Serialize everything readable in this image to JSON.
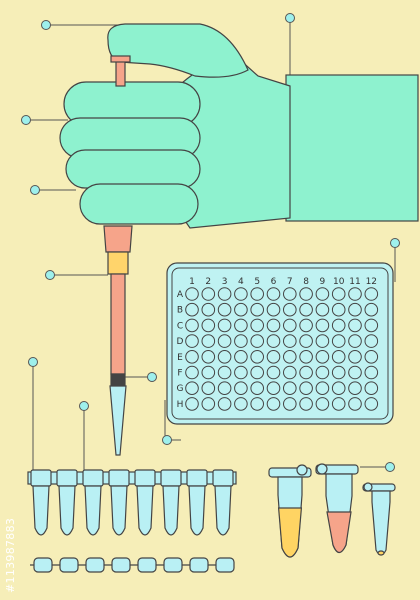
{
  "plate": {
    "columns": [
      "1",
      "2",
      "3",
      "4",
      "5",
      "6",
      "7",
      "8",
      "9",
      "10",
      "11",
      "12"
    ],
    "rows": [
      "A",
      "B",
      "C",
      "D",
      "E",
      "F",
      "G",
      "H"
    ]
  },
  "watermark": {
    "id_text": "#113987883"
  },
  "colors": {
    "background": "#f6eeb8",
    "glove": "#8ef2cf",
    "outline": "#444444",
    "pipette": "#f6a48a",
    "pipette_collar": "#ffd46b",
    "tube_fill": "#b9f0f4",
    "plate_fill": "#bff2f2",
    "yellow_sample": "#ffd463",
    "orange_sample": "#f6a48a",
    "callout_dot": "#9ef0ec"
  }
}
